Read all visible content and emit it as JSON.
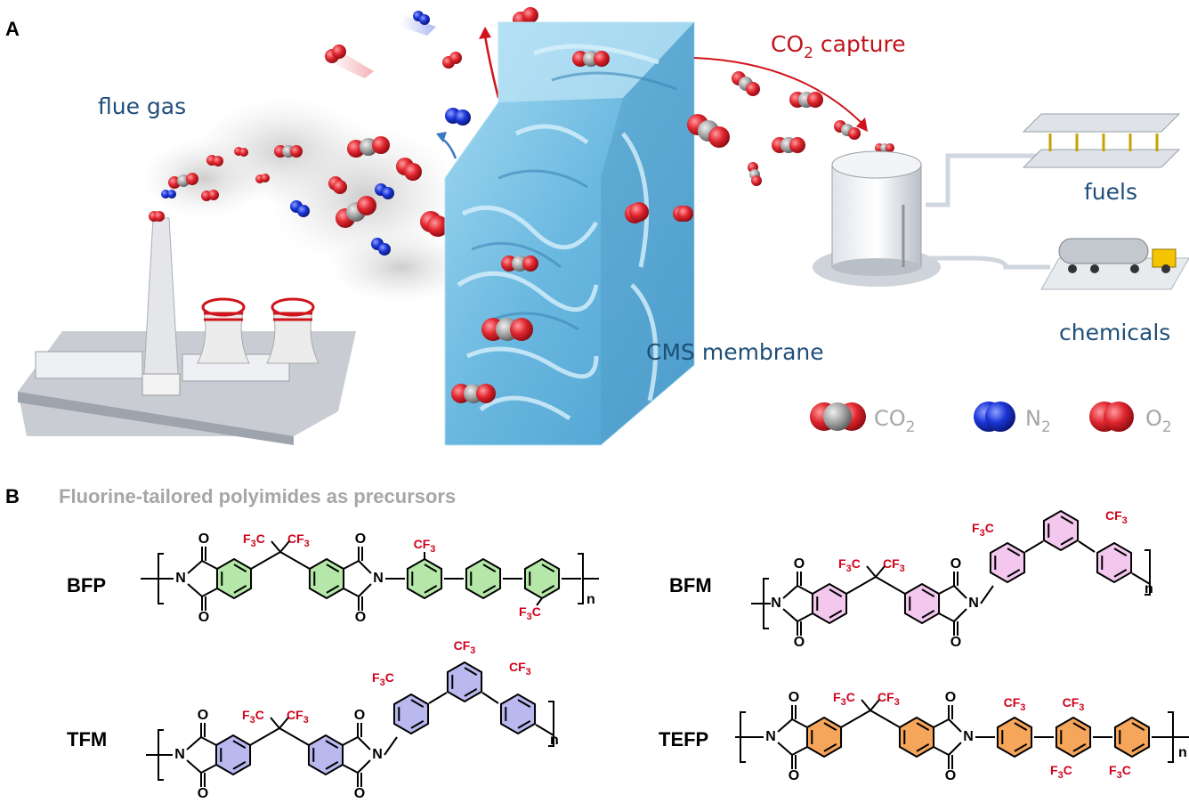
{
  "panel_a": {
    "letter": "A",
    "labels": {
      "flue_gas": "flue gas",
      "co2_capture_prefix": "CO",
      "co2_capture_sub": "2",
      "co2_capture_suffix": " capture",
      "cms_membrane": "CMS membrane",
      "fuels": "fuels",
      "chemicals": "chemicals"
    },
    "legend": [
      {
        "main": "CO",
        "sub": "2",
        "icon": "co2-molecule-icon"
      },
      {
        "main": "N",
        "sub": "2",
        "icon": "n2-molecule-icon"
      },
      {
        "main": "O",
        "sub": "2",
        "icon": "o2-molecule-icon"
      }
    ],
    "colors": {
      "co2_label": "#c0141c",
      "text_blue": "#1f4e79",
      "membrane": "#7ec8ea",
      "n2": "#1a35d6",
      "o2": "#e0262f",
      "carbon": "#9a9a9a"
    }
  },
  "panel_b": {
    "letter": "B",
    "subtitle": "Fluorine-tailored polyimides as precursors",
    "polymers": [
      {
        "name": "BFP",
        "ring_color": "#b5e8a8"
      },
      {
        "name": "BFM",
        "ring_color": "#f4c8ee"
      },
      {
        "name": "TFM",
        "ring_color": "#b9b8ef"
      },
      {
        "name": "TEFP",
        "ring_color": "#f5a65b"
      }
    ],
    "atoms": {
      "O": "O",
      "N": "N",
      "n": "n"
    },
    "groups": {
      "CF3_main": "CF",
      "CF3_sub": "3",
      "F3C_pre": "F",
      "F3C_sub": "3",
      "F3C_post": "C"
    }
  }
}
